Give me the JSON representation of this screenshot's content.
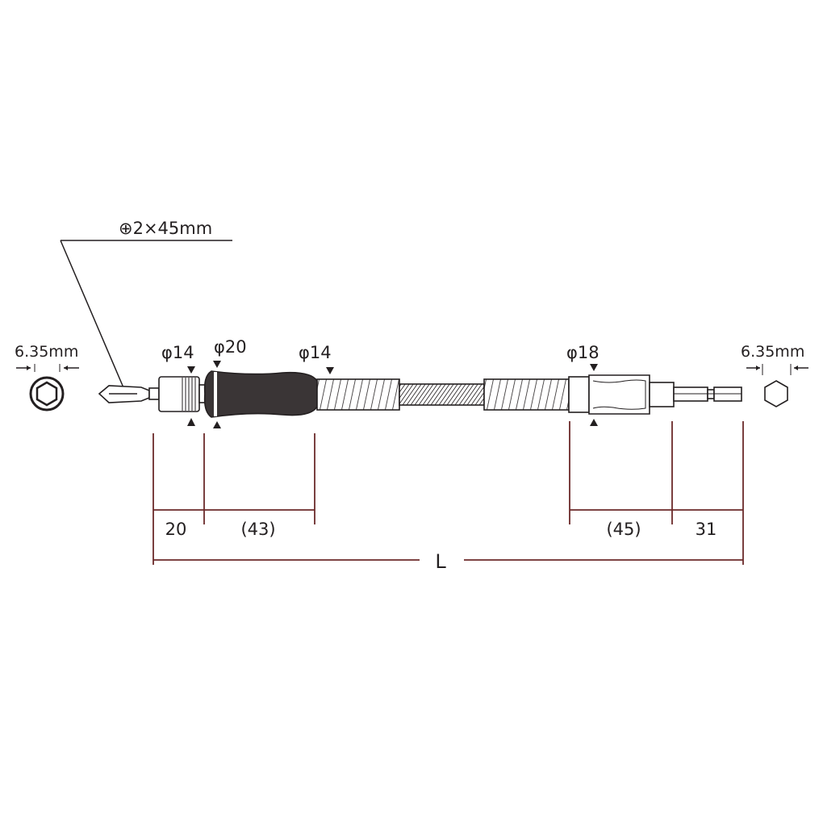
{
  "bit_label": "⊕2×45mm",
  "left_hex": {
    "label": "6.35mm"
  },
  "right_hex": {
    "label": "6.35mm"
  },
  "diameters": {
    "collar": "φ14",
    "handle": "φ20",
    "spring": "φ14",
    "end_collar": "φ18"
  },
  "dimensions": {
    "collar_length": "20",
    "handle_length": "(43)",
    "end_collar_length": "(45)",
    "bit_length": "31",
    "overall_length": "L"
  },
  "colors": {
    "line": "#231f20",
    "dimension": "#6b2a2a",
    "handle": "#3a3536"
  }
}
